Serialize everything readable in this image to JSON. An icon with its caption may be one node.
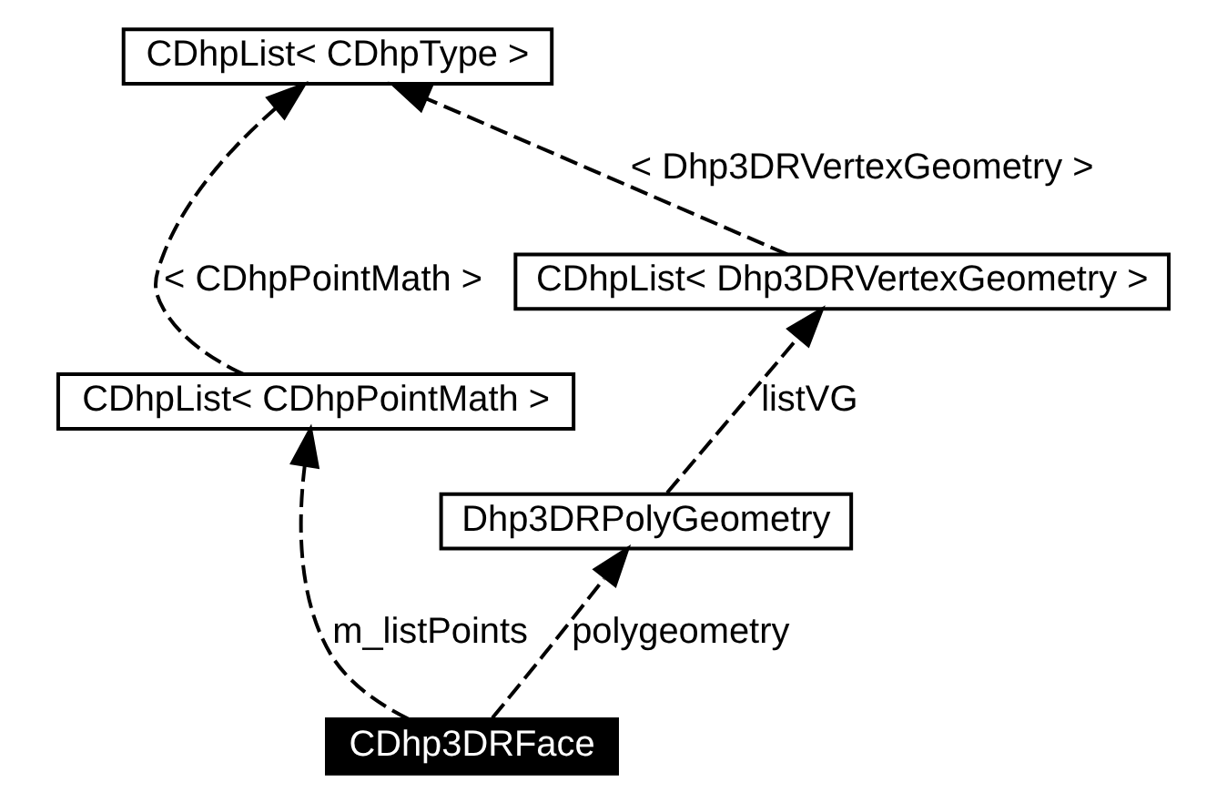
{
  "diagram": {
    "nodes": [
      {
        "text": [
          "CDhpList< CDhpType >"
        ]
      },
      {
        "text": [
          "CDhpList< Dhp3DRVertexGeometry >"
        ]
      },
      {
        "text": [
          "CDhpList< CDhpPointMath >"
        ]
      },
      {
        "text": [
          "Dhp3DRPolyGeometry"
        ]
      },
      {
        "text": [
          "CDhp3DRFace"
        ]
      }
    ],
    "edges": [
      {
        "from": 1,
        "to": 0,
        "arrow": "to",
        "style": "dashed",
        "label": "< Dhp3DRVertexGeometry >"
      },
      {
        "from": 2,
        "to": 0,
        "arrow": "to",
        "style": "dashed",
        "label": "< CDhpPointMath >"
      },
      {
        "from": 3,
        "to": 1,
        "arrow": "to",
        "style": "dashed",
        "label": "listVG"
      },
      {
        "from": 4,
        "to": 3,
        "arrow": "to",
        "style": "dashed",
        "label": "polygeometry"
      },
      {
        "from": 4,
        "to": 2,
        "arrow": "to",
        "style": "dashed",
        "label": "m_listPoints"
      }
    ]
  }
}
